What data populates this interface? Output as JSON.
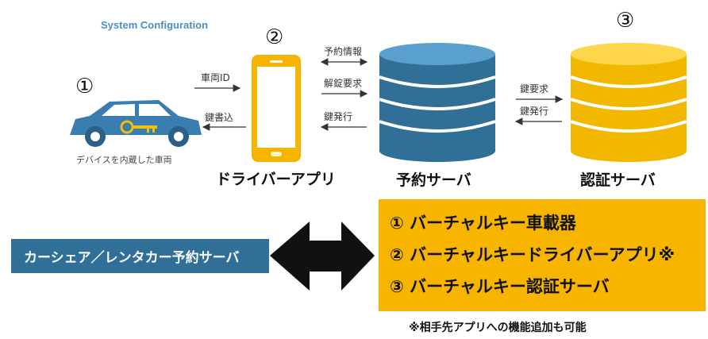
{
  "diagram": {
    "title": "System Configuration",
    "nodes": {
      "car": {
        "number": "①",
        "caption": "デバイスを内蔵した車両"
      },
      "app": {
        "number": "②",
        "label": "ドライバーアプリ"
      },
      "reservation": {
        "label": "予約サーバ"
      },
      "auth": {
        "number": "③",
        "label": "認証サーバ"
      }
    },
    "edges": {
      "car_to_app": "車両ID",
      "app_to_car": "鍵書込",
      "reservation_info": "予約情報",
      "unlock_request": "解錠要求",
      "key_issue_app": "鍵発行",
      "key_request": "鍵要求",
      "key_issue_auth": "鍵発行"
    }
  },
  "bottom": {
    "left_box": "カーシェア／レンタカー予約サーバ",
    "right_items": [
      "①  バーチャルキー車載器",
      "②  バーチャルキードライバーアプリ※",
      "③  バーチャルキー認証サーバ"
    ],
    "footnote": "※相手先アプリへの機能追加も可能"
  },
  "colors": {
    "blue_box": "#2f6f98",
    "orange_box": "#f7b500",
    "car": "#3a7db0",
    "phone": "#f4b400",
    "reservation_db": "#2f6f98",
    "auth_db": "#f2b800",
    "title": "#4a8fc4"
  }
}
